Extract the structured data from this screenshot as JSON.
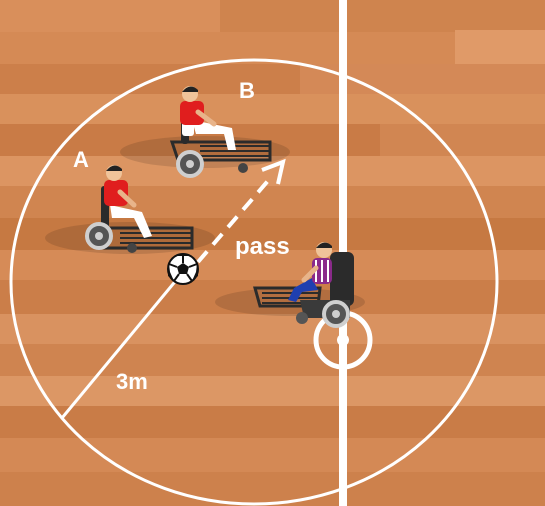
{
  "labels": {
    "player_a": "A",
    "player_b": "B",
    "pass": "pass",
    "radius": "3m"
  },
  "colors": {
    "court_base": "#d58a55",
    "court_stripe_dark": "#c97b46",
    "court_stripe_light": "#dc9562",
    "lines": "#ffffff",
    "jersey_attack": "#e01e1e",
    "jersey_defense": "#8a2a8a",
    "trousers_defense": "#1f3fb0",
    "wheelchair_frame": "#2b2b2b",
    "ball_black": "#111111"
  },
  "icons": {
    "player_a": "power-wheelchair-player-icon",
    "player_b": "power-wheelchair-player-icon",
    "defender": "power-wheelchair-player-icon",
    "ball": "soccer-ball-icon"
  }
}
